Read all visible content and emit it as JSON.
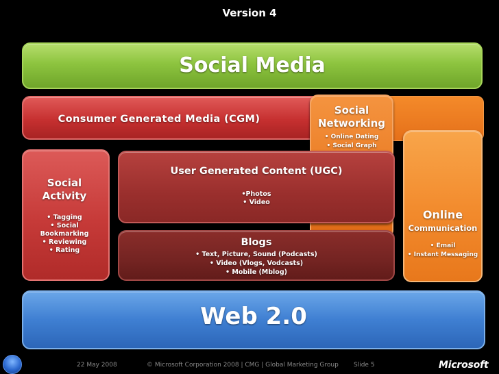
{
  "slide": {
    "title": "Version 4"
  },
  "blocks": {
    "social_media": {
      "label": "Social Media",
      "color": "#8dc43f"
    },
    "cgm": {
      "label": "Consumer Generated Media (CGM)",
      "color": "#c63030"
    },
    "social_networking": {
      "label_line1": "Social",
      "label_line2": "Networking",
      "bullets": [
        "• Online Dating",
        "• Social Graph"
      ],
      "color": "#ea7a22"
    },
    "social_activity": {
      "label_line1": "Social",
      "label_line2": "Activity",
      "bullets": [
        "• Tagging",
        "• Social",
        "Bookmarking",
        "• Reviewing",
        "• Rating"
      ],
      "color": "#c63a38"
    },
    "ugc": {
      "label": "User Generated Content (UGC)",
      "bullets": [
        "•Photos",
        "• Video"
      ],
      "color": "#9a2f2d"
    },
    "blogs": {
      "label": "Blogs",
      "bullets": [
        "• Text,  Picture, Sound (Podcasts)",
        "• Video (Vlogs, Vodcasts)",
        "• Mobile (Mblog)"
      ],
      "color": "#742422"
    },
    "online_communication": {
      "label_line1": "Online",
      "label_line2": "Communication",
      "bullets": [
        "• Email",
        "• Instant Messaging"
      ],
      "color": "#f28a2c"
    },
    "web20": {
      "label": "Web 2.0",
      "color": "#3f7fd2"
    }
  },
  "footer": {
    "date": "22 May 2008",
    "copyright": "© Microsoft Corporation 2008 | CMG | Global Marketing Group",
    "slide_number": "Slide 5",
    "logo_text": "Microsoft"
  },
  "icons": {
    "start": "windows-start-orb-icon"
  }
}
